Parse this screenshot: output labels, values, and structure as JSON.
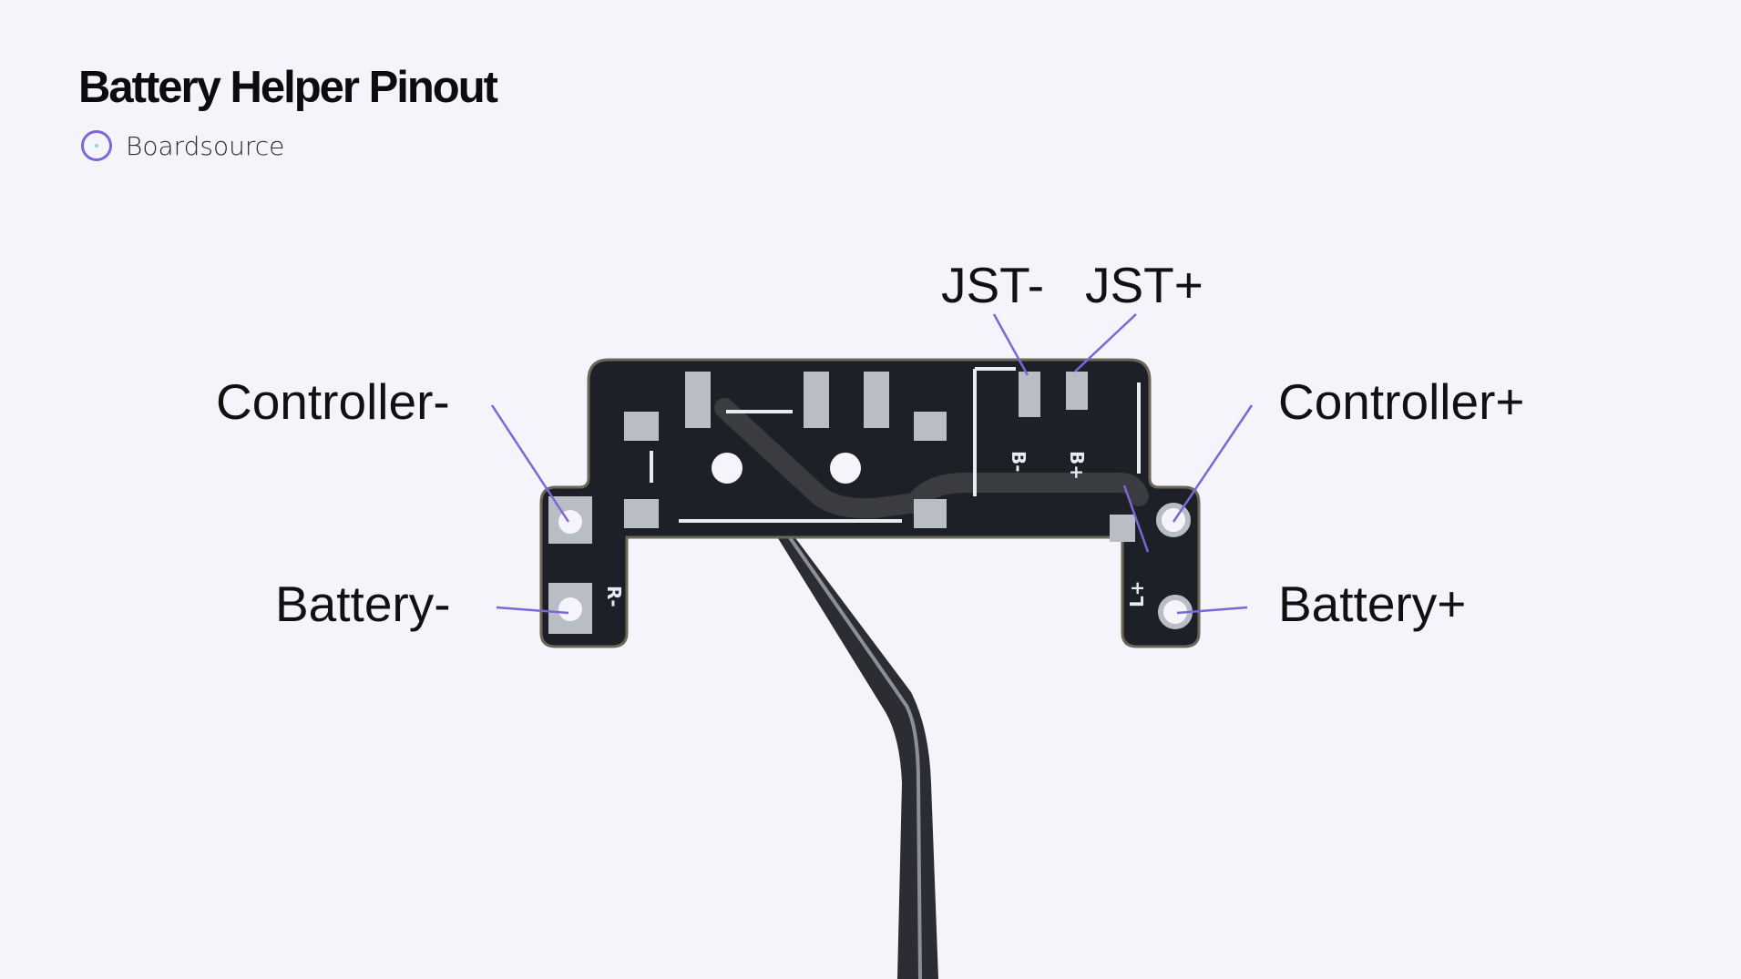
{
  "header": {
    "title": "Battery Helper Pinout",
    "brand": "Boardsource"
  },
  "pins": {
    "controller_minus": "Controller-",
    "battery_minus": "Battery-",
    "jst_minus": "JST-",
    "jst_plus": "JST+",
    "controller_plus": "Controller+",
    "battery_plus": "Battery+"
  },
  "silkscreen": {
    "b_minus": "B-",
    "b_plus": "B+",
    "r_minus": "R-",
    "l_plus": "L+"
  },
  "colors": {
    "background": "#f5f4fa",
    "accent": "#7d66d6",
    "pcb": "#1d2127",
    "pad": "#b9bec6"
  }
}
